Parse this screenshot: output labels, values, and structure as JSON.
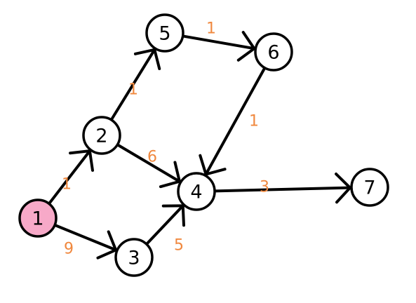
{
  "graph": {
    "colors": {
      "node_fill": "#ffffff",
      "start_node_fill": "#f7a9c8",
      "stroke": "#000000",
      "weight": "#f0883e"
    },
    "nodes": [
      {
        "id": "1",
        "label": "1",
        "start": true
      },
      {
        "id": "2",
        "label": "2",
        "start": false
      },
      {
        "id": "3",
        "label": "3",
        "start": false
      },
      {
        "id": "4",
        "label": "4",
        "start": false
      },
      {
        "id": "5",
        "label": "5",
        "start": false
      },
      {
        "id": "6",
        "label": "6",
        "start": false
      },
      {
        "id": "7",
        "label": "7",
        "start": false
      }
    ],
    "edges": [
      {
        "from": "1",
        "to": "2",
        "weight": "1"
      },
      {
        "from": "1",
        "to": "3",
        "weight": "9"
      },
      {
        "from": "2",
        "to": "5",
        "weight": "1"
      },
      {
        "from": "2",
        "to": "4",
        "weight": "6"
      },
      {
        "from": "3",
        "to": "4",
        "weight": "5"
      },
      {
        "from": "5",
        "to": "6",
        "weight": "1"
      },
      {
        "from": "6",
        "to": "4",
        "weight": "1"
      },
      {
        "from": "4",
        "to": "7",
        "weight": "3"
      }
    ]
  }
}
